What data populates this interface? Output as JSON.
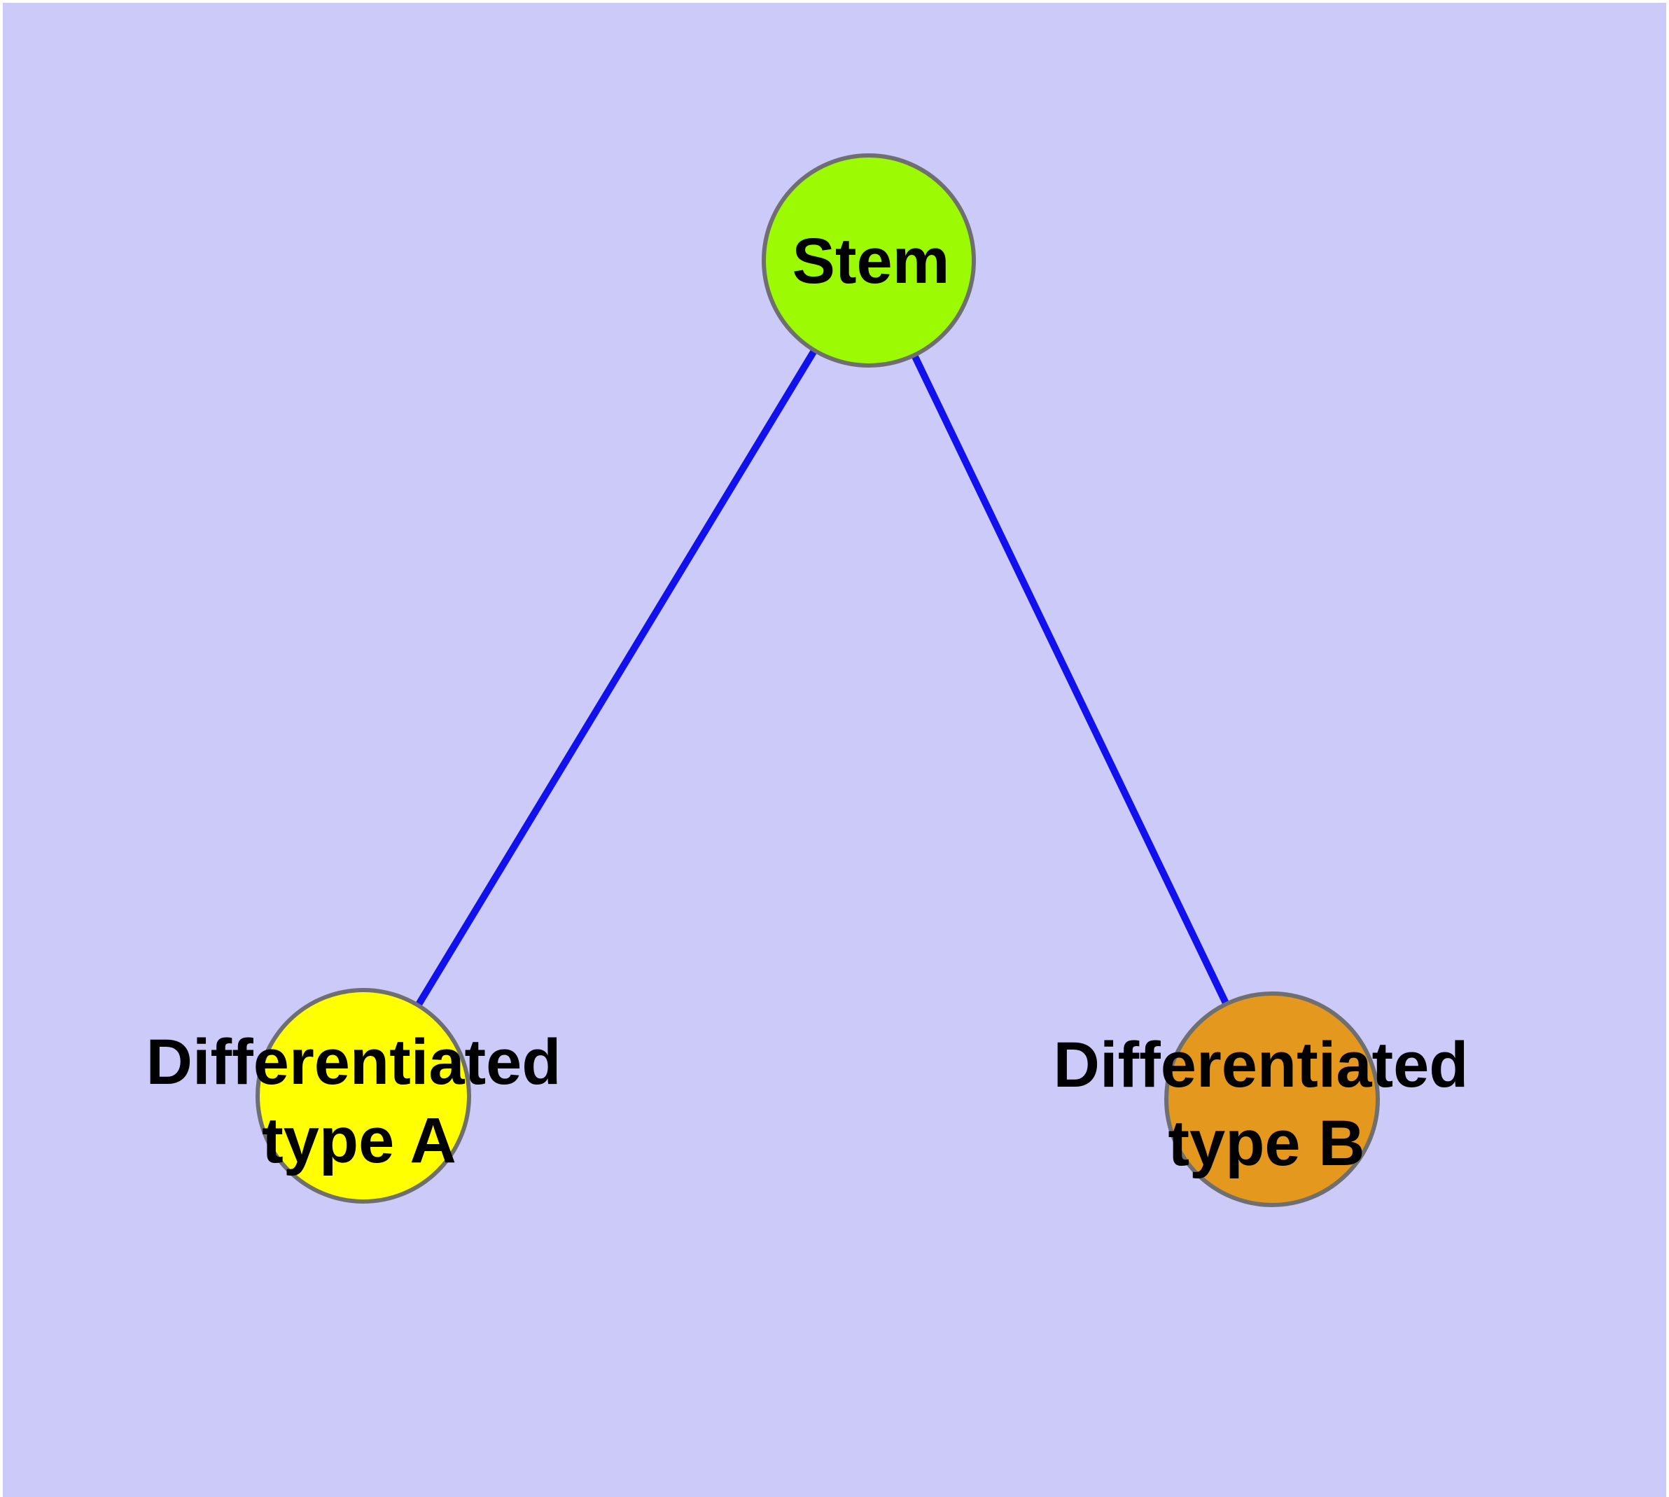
{
  "diagram": {
    "type": "node-link-graph",
    "title": "",
    "background_color": "#CBCAF8",
    "frame_color": "#FFFFFF",
    "edge_color": "#1111EE",
    "node_border_color": "#6F6F6F",
    "text_color": "#000000",
    "nodes": [
      {
        "id": "stem",
        "label": "Stem",
        "label_line1": "Stem",
        "label_line2": "",
        "fill": "#9CFB02"
      },
      {
        "id": "type-a",
        "label": "Differentiated type A",
        "label_line1": "Differentiated",
        "label_line2": "type A",
        "fill": "#FFFF00"
      },
      {
        "id": "type-b",
        "label": "Differentiated type B",
        "label_line1": "Differentiated",
        "label_line2": "type B",
        "fill": "#E4981E"
      }
    ],
    "edges": [
      {
        "from": "Stem",
        "to": "Differentiated type A"
      },
      {
        "from": "Stem",
        "to": "Differentiated type B"
      }
    ]
  }
}
